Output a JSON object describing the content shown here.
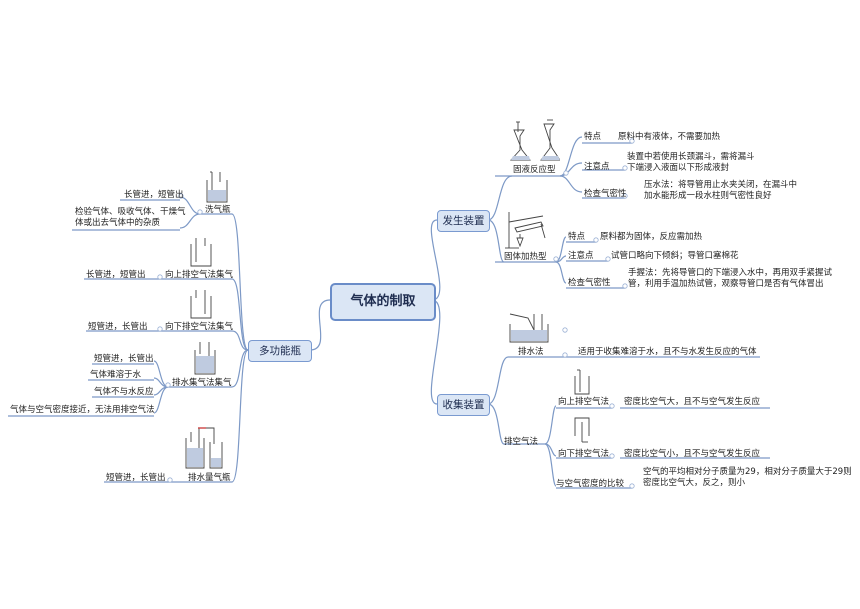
{
  "root": "气体的制取",
  "fashen": {
    "title": "发生装置",
    "liquid": {
      "label": "固液反应型",
      "feature_key": "特点",
      "feature_val": "原料中有液体，不需要加热",
      "note_key": "注意点",
      "note_val": "装置中若使用长颈漏斗，需将漏斗\n下端浸入液面以下形成液封",
      "check_key": "检查气密性",
      "check_val": "压水法：将导管用止水夹关闭，在漏斗中\n加水能形成一段水柱则气密性良好"
    },
    "solid": {
      "label": "固体加热型",
      "feature_key": "特点",
      "feature_val": "原料都为固体，反应需加热",
      "note_key": "注意点",
      "note_val": "试管口略向下倾斜；导管口塞棉花",
      "check_key": "检查气密性",
      "check_val": "手握法：先将导管口的下端浸入水中，再用双手紧握试\n管，利用手温加热试管，观察导管口是否有气体冒出"
    }
  },
  "shouji": {
    "title": "收集装置",
    "water": {
      "label": "排水法",
      "desc": "适用于收集难溶于水，且不与水发生反应的气体"
    },
    "air": {
      "label": "排空气法",
      "up_label": "向上排空气法",
      "up_desc": "密度比空气大，且不与空气发生反应",
      "down_label": "向下排空气法",
      "down_desc": "密度比空气小，且不与空气发生反应",
      "compare_label": "与空气密度的比较",
      "compare_desc": "空气的平均相对分子质量为29，相对分子质量大于29则\n密度比空气大，反之，则小"
    }
  },
  "duogong": {
    "title": "多功能瓶",
    "wash": {
      "label": "洗气瓶",
      "pipe": "长管进，短管出",
      "desc": "检验气体、吸收气体、干燥气\n体或出去气体中的杂质"
    },
    "up": {
      "label": "向上排空气法集气",
      "pipe": "长管进，短管出"
    },
    "down": {
      "label": "向下排空气法集气",
      "pipe": "短管进，长管出"
    },
    "water": {
      "label": "排水集气法集气",
      "pipe": "短管进，长管出",
      "c1": "气体难溶于水",
      "c2": "气体不与水反应",
      "c3": "气体与空气密度接近，无法用排空气法"
    },
    "measure": {
      "label": "排水量气瓶",
      "pipe": "短管进，长管出"
    }
  },
  "colors": {
    "line": "#6f8fbf",
    "node_fill": "#dbe6f5",
    "node_border": "#6a8cc8"
  }
}
